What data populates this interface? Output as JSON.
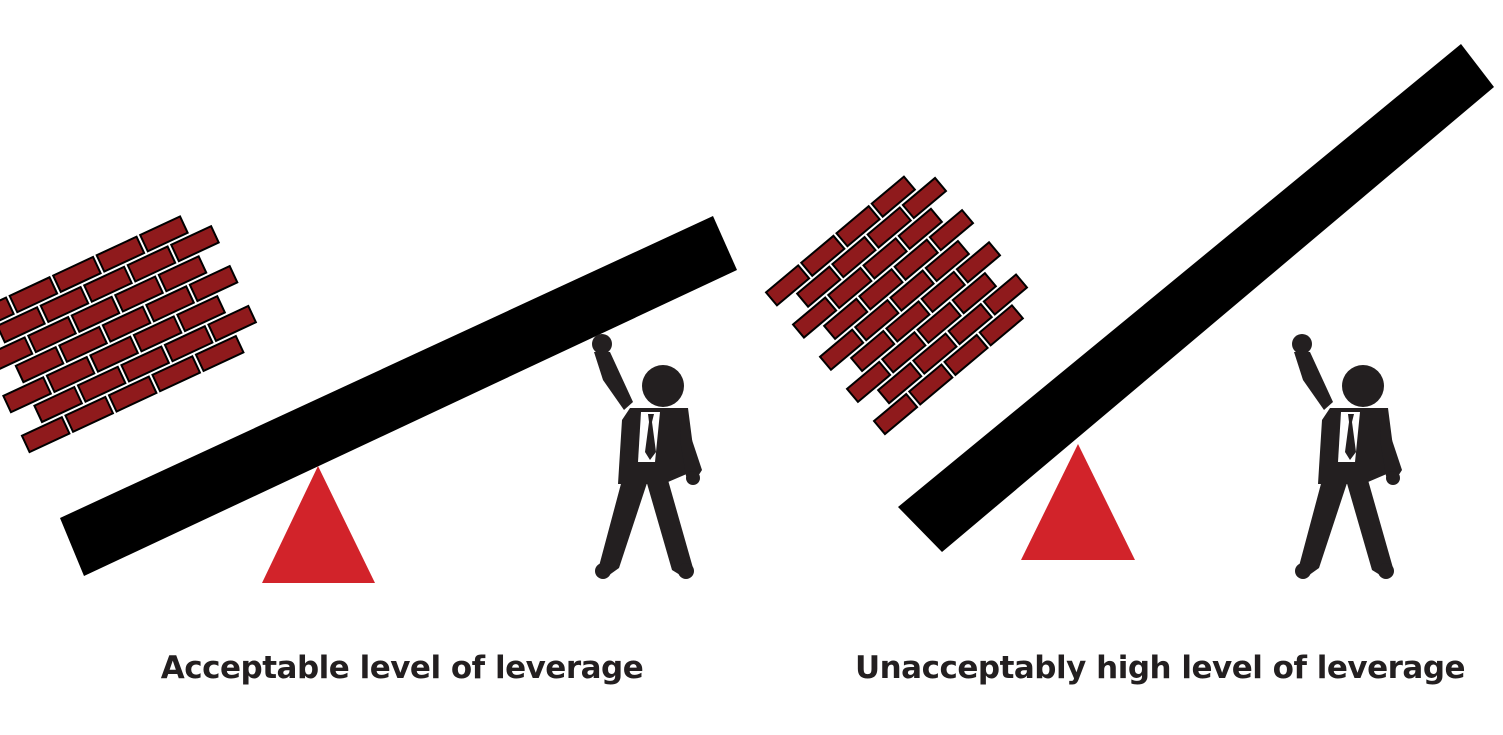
{
  "panels": [
    {
      "id": "acceptable",
      "caption": "Acceptable level of leverage"
    },
    {
      "id": "unacceptable",
      "caption": "Unacceptably high level of leverage"
    }
  ],
  "colors": {
    "background": "#ffffff",
    "lever": "#000000",
    "fulcrum": "#d2232a",
    "brick": "#8f1a1c",
    "mortar": "#000000",
    "figure": "#231f20",
    "shirt": "#ffffff"
  },
  "icons": {
    "lever": "lever-beam",
    "fulcrum": "triangle-fulcrum",
    "load": "brick-stack",
    "person": "businessman-fist-raised"
  }
}
